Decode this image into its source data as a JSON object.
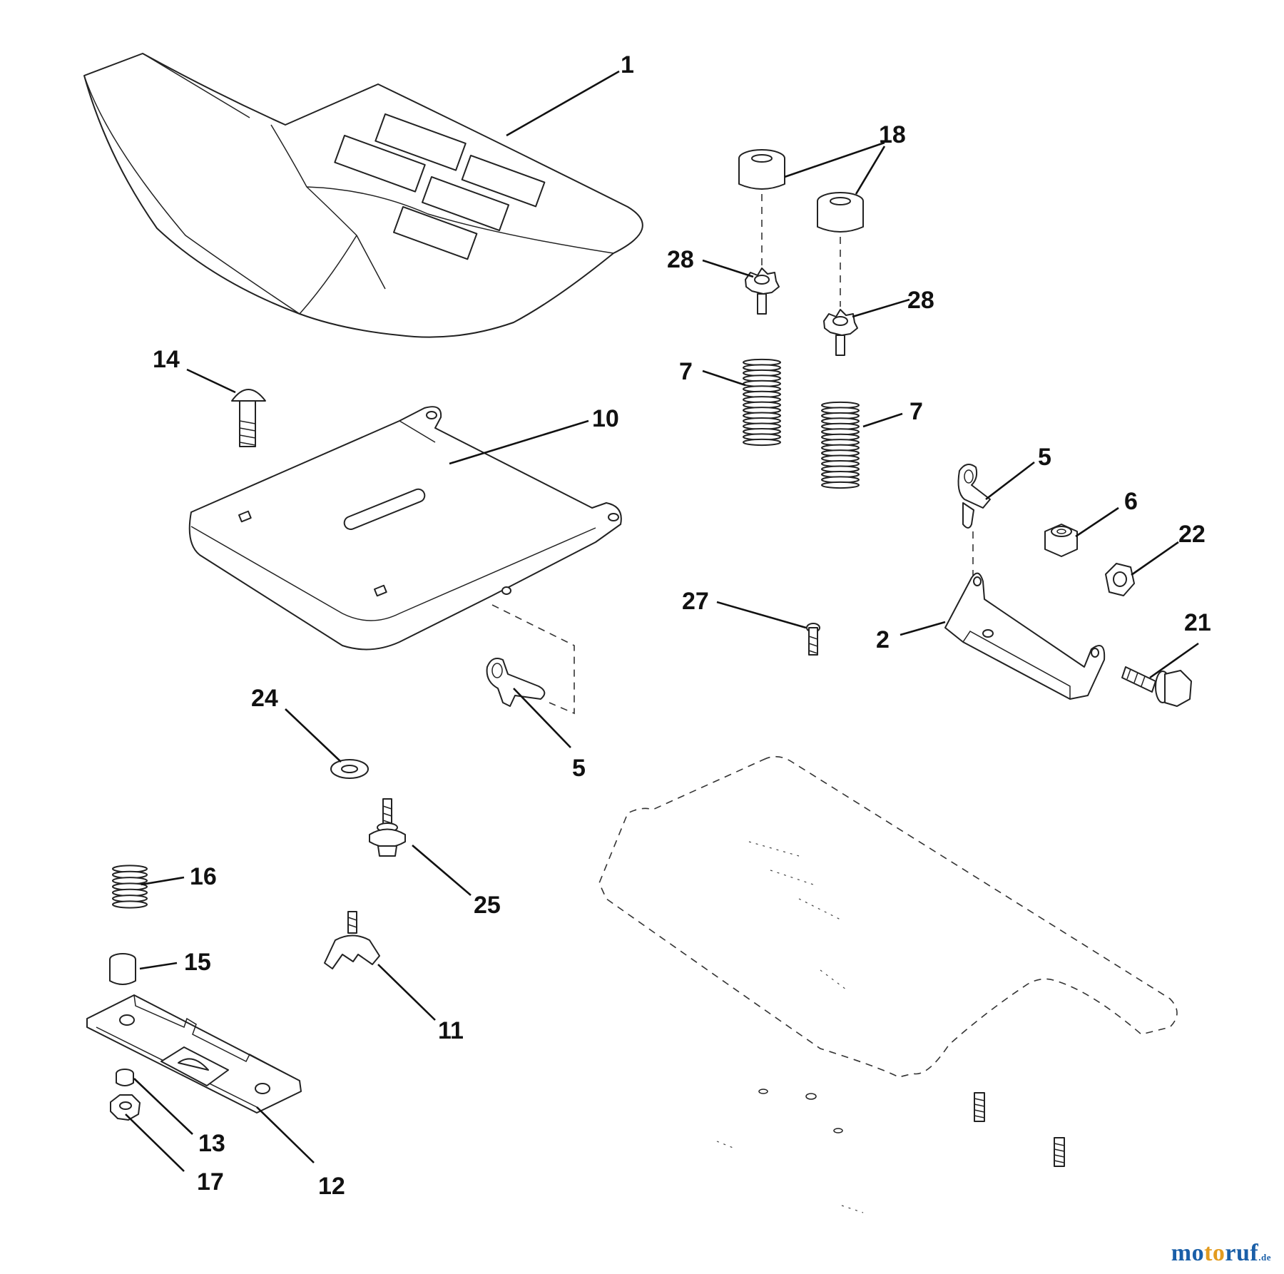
{
  "callouts": {
    "c1": "1",
    "c2": "2",
    "c5a": "5",
    "c5b": "5",
    "c6": "6",
    "c7a": "7",
    "c7b": "7",
    "c10": "10",
    "c11": "11",
    "c12": "12",
    "c13": "13",
    "c14": "14",
    "c15": "15",
    "c16": "16",
    "c17": "17",
    "c18": "18",
    "c21": "21",
    "c22": "22",
    "c24": "24",
    "c25": "25",
    "c27": "27",
    "c28a": "28",
    "c28b": "28"
  },
  "watermark": {
    "part1": "mo",
    "part2": "to",
    "part3": "ruf",
    "tld": ".de"
  },
  "colors": {
    "watermark_blue": "#1a5fa8",
    "watermark_orange": "#e39b1f"
  }
}
